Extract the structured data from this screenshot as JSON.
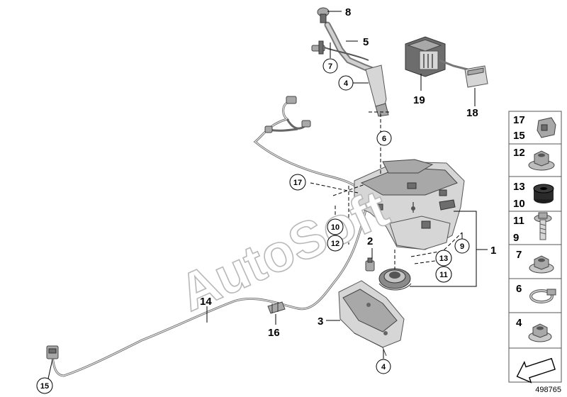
{
  "diagram": {
    "callouts_plain": [
      {
        "id": "c8",
        "label": "8"
      },
      {
        "id": "c5",
        "label": "5"
      },
      {
        "id": "c19",
        "label": "19"
      },
      {
        "id": "c18",
        "label": "18"
      },
      {
        "id": "c1",
        "label": "1"
      },
      {
        "id": "c2",
        "label": "2"
      },
      {
        "id": "c3",
        "label": "3"
      },
      {
        "id": "c14",
        "label": "14"
      },
      {
        "id": "c16",
        "label": "16"
      }
    ],
    "callouts_circled": [
      {
        "id": "k7",
        "label": "7"
      },
      {
        "id": "k4a",
        "label": "4"
      },
      {
        "id": "k6",
        "label": "6"
      },
      {
        "id": "k17",
        "label": "17"
      },
      {
        "id": "k10",
        "label": "10"
      },
      {
        "id": "k12",
        "label": "12"
      },
      {
        "id": "k9",
        "label": "9"
      },
      {
        "id": "k13",
        "label": "13"
      },
      {
        "id": "k11",
        "label": "11"
      },
      {
        "id": "k4b",
        "label": "4"
      },
      {
        "id": "k15",
        "label": "15"
      }
    ],
    "legend": [
      {
        "id": "p1",
        "labels": [
          "17",
          "15"
        ]
      },
      {
        "id": "p2",
        "labels": [
          "12"
        ]
      },
      {
        "id": "p3",
        "labels": [
          "13",
          "10"
        ]
      },
      {
        "id": "p4",
        "labels": [
          "11",
          "9"
        ]
      },
      {
        "id": "p5",
        "labels": [
          "7"
        ]
      },
      {
        "id": "p6",
        "labels": [
          "6"
        ]
      },
      {
        "id": "p7",
        "labels": [
          "4"
        ]
      }
    ],
    "watermark": "AutoSoft",
    "reference_number": "498765"
  }
}
